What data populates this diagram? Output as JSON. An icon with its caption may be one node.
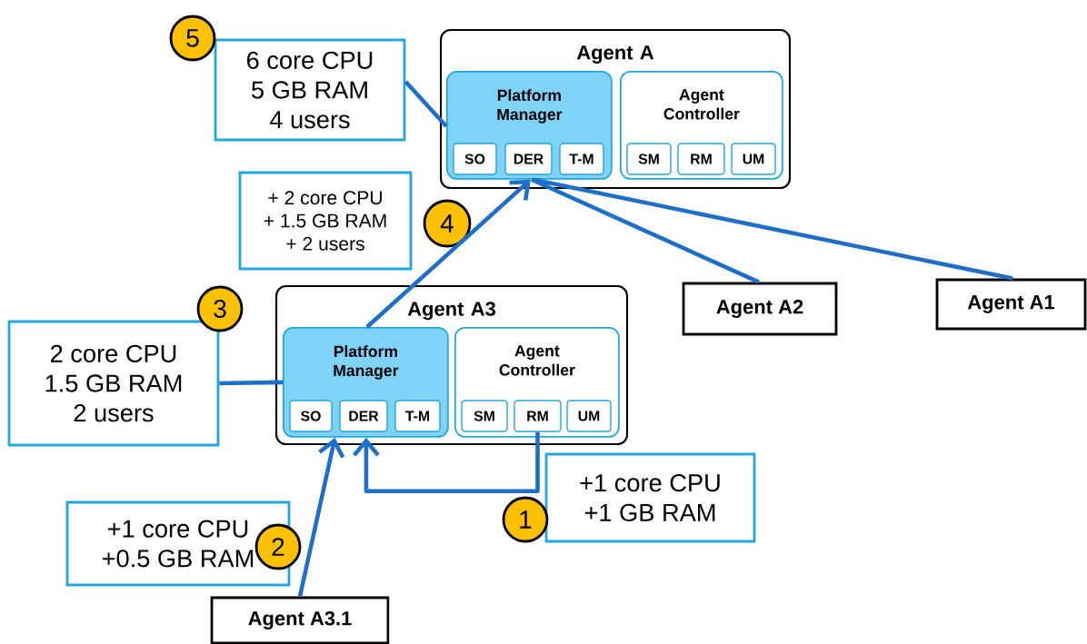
{
  "diagram": {
    "nodes": [
      {
        "text": [
          "Agent A"
        ]
      },
      {
        "text": [
          "Platform Manager"
        ],
        "in": 0
      },
      {
        "text": [
          "SO"
        ],
        "in": 1
      },
      {
        "text": [
          "DER"
        ],
        "in": 1
      },
      {
        "text": [
          "T-M"
        ],
        "in": 1
      },
      {
        "text": [
          "Agent Controller"
        ],
        "in": 0
      },
      {
        "text": [
          "SM"
        ],
        "in": 5
      },
      {
        "text": [
          "RM"
        ],
        "in": 5
      },
      {
        "text": [
          "UM"
        ],
        "in": 5
      },
      {
        "text": [
          "Agent A3"
        ]
      },
      {
        "text": [
          "Platform Manager"
        ],
        "in": 9
      },
      {
        "text": [
          "SO"
        ],
        "in": 10
      },
      {
        "text": [
          "DER"
        ],
        "in": 10
      },
      {
        "text": [
          "T-M"
        ],
        "in": 10
      },
      {
        "text": [
          "Agent Controller"
        ],
        "in": 9
      },
      {
        "text": [
          "SM"
        ],
        "in": 14
      },
      {
        "text": [
          "RM"
        ],
        "in": 14
      },
      {
        "text": [
          "UM"
        ],
        "in": 14
      },
      {
        "text": [
          "Agent A2"
        ]
      },
      {
        "text": [
          "Agent A1"
        ]
      },
      {
        "text": [
          "Agent A3.1"
        ]
      },
      {
        "text": [
          "6 core CPU",
          "5 GB RAM",
          "4 users"
        ]
      },
      {
        "text": [
          "5"
        ]
      },
      {
        "text": [
          "+ 2 core CPU",
          "+ 1.5 GB RAM",
          "+ 2 users"
        ]
      },
      {
        "text": [
          "4"
        ]
      },
      {
        "text": [
          "2 core CPU",
          "1.5 GB RAM",
          "2 users"
        ]
      },
      {
        "text": [
          "3"
        ]
      },
      {
        "text": [
          "+1 core CPU",
          "+1 GB RAM"
        ]
      },
      {
        "text": [
          "1"
        ]
      },
      {
        "text": [
          "+1 core CPU",
          "+0.5 GB RAM"
        ]
      },
      {
        "text": [
          "2"
        ]
      }
    ],
    "edges": [
      {
        "from": 20,
        "to": 10,
        "arrow": "to"
      },
      {
        "from": 16,
        "to": 10,
        "arrow": "to"
      },
      {
        "from": 10,
        "to": 1,
        "arrow": "to"
      },
      {
        "from": 18,
        "to": 1,
        "arrow": "none"
      },
      {
        "from": 19,
        "to": 1,
        "arrow": "none"
      },
      {
        "from": 21,
        "to": 1,
        "arrow": "none"
      },
      {
        "from": 25,
        "to": 10,
        "arrow": "none"
      }
    ]
  }
}
